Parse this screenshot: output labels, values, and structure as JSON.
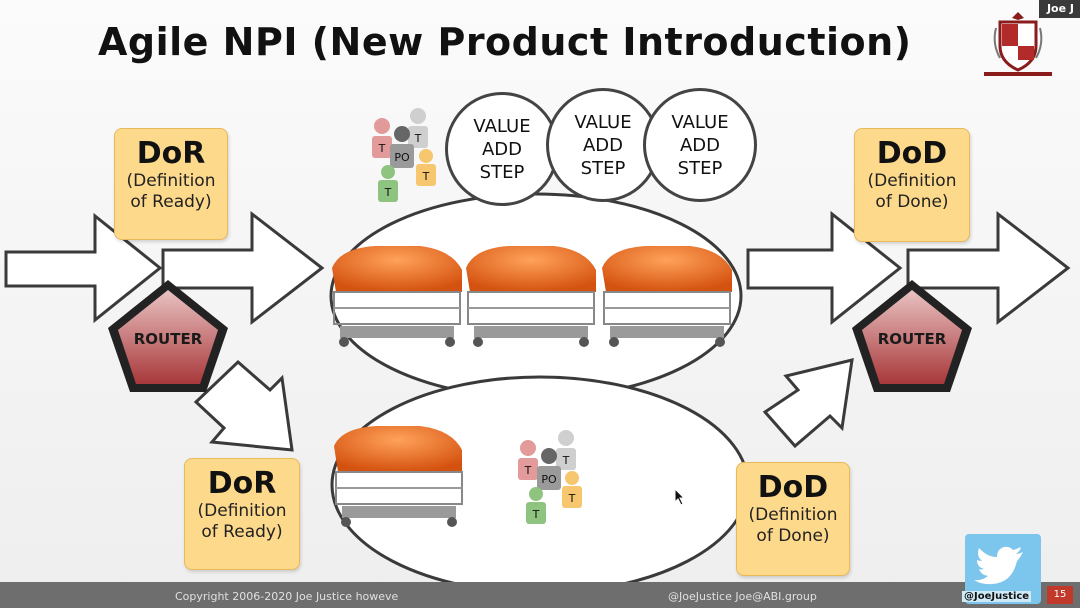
{
  "window": {
    "user_label": "Joe J"
  },
  "slide": {
    "title": "Agile NPI (New Product Introduction)",
    "dor_top": {
      "abbr": "DoR",
      "line1": "(Definition",
      "line2": "of Ready)"
    },
    "dor_bottom": {
      "abbr": "DoR",
      "line1": "(Definition",
      "line2": "of Ready)"
    },
    "dod_top": {
      "abbr": "DoD",
      "line1": "(Definition",
      "line2": "of Done)"
    },
    "dod_bottom": {
      "abbr": "DoD",
      "line1": "(Definition",
      "line2": "of Done)"
    },
    "router_left": "ROUTER",
    "router_right": "ROUTER",
    "value_add_steps": [
      {
        "l1": "VALUE",
        "l2": "ADD",
        "l3": "STEP"
      },
      {
        "l1": "VALUE",
        "l2": "ADD",
        "l3": "STEP"
      },
      {
        "l1": "VALUE",
        "l2": "ADD",
        "l3": "STEP"
      }
    ],
    "team_roles": {
      "t": "T",
      "po": "PO"
    },
    "footer_left": "Copyright 2006-2020 Joe Justice howeve",
    "footer_right": "@JoeJustice Joe@ABI.group",
    "twitter_handle": "@JoeJustice",
    "page_number": "15"
  },
  "colors": {
    "box_fill": "#fdd98c",
    "router_fill": "#b8484a",
    "car_orange": "#e8661c",
    "footer_bg": "#6e6e6e",
    "twitter_blue": "#7cc5ec"
  }
}
